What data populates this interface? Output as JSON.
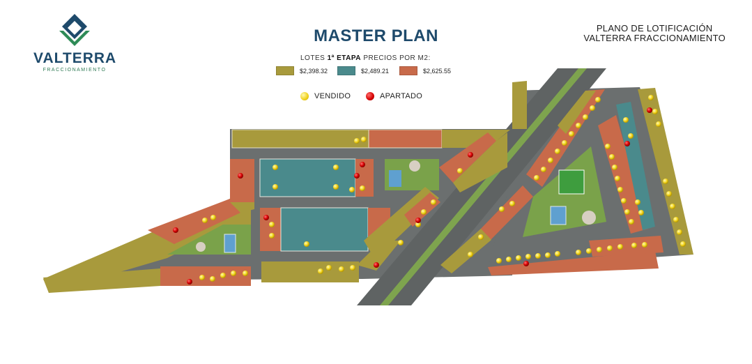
{
  "brand": {
    "name": "VALTERRA",
    "subtitle": "FRACCIONAMIENTO"
  },
  "header": {
    "title": "MASTER PLAN",
    "plan_line1": "PLANO DE LOTIFICACIÓN",
    "plan_line2": "VALTERRA FRACCIONAMIENTO"
  },
  "legend": {
    "lotes_prefix": "LOTES",
    "stage": "1ª ETAPA",
    "lotes_suffix": "PRECIOS POR M2:",
    "prices": [
      {
        "label": "$2,398.32",
        "color": "#a89a3c"
      },
      {
        "label": "$2,489.21",
        "color": "#4a8a8c"
      },
      {
        "label": "$2,625.55",
        "color": "#c86a4a"
      }
    ],
    "status": [
      {
        "label": "VENDIDO",
        "color": "#f0d11a"
      },
      {
        "label": "APARTADO",
        "color": "#d40000"
      }
    ]
  },
  "colors": {
    "road": "#6b6f6f",
    "green": "#7aa24a",
    "block_outline": "#e8e8e0"
  }
}
